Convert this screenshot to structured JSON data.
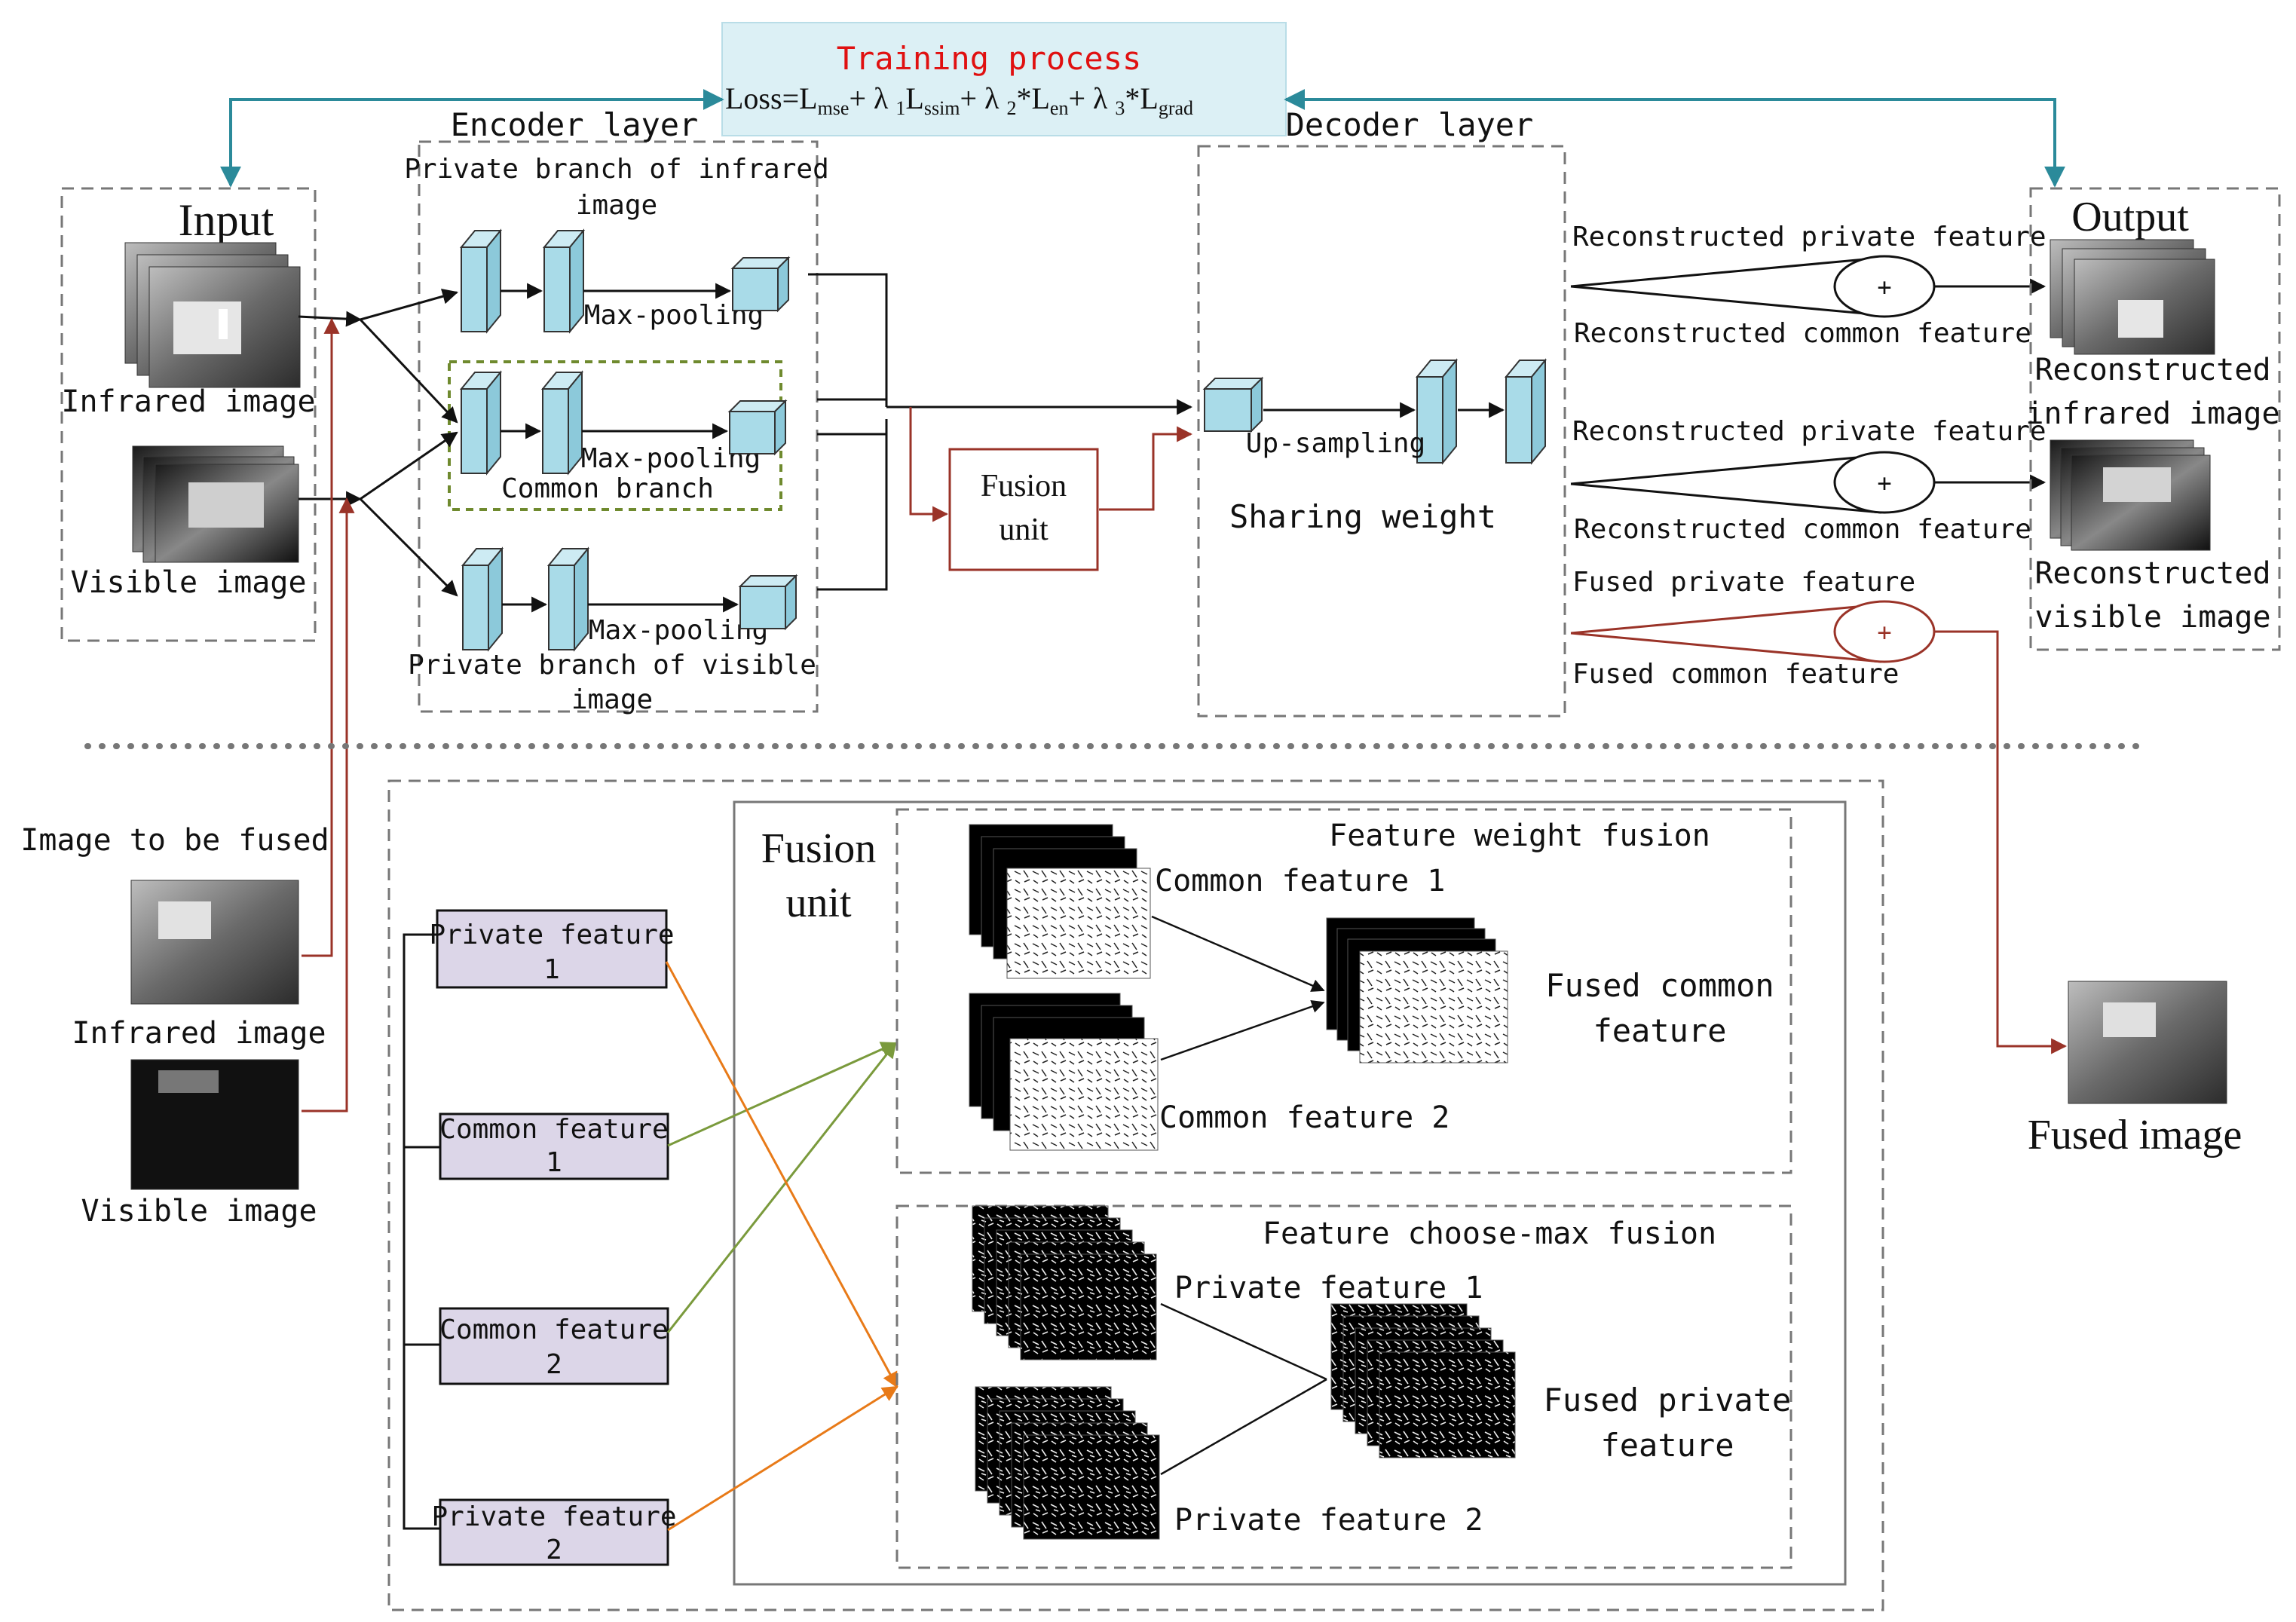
{
  "training": {
    "title": "Training process",
    "loss_main": "Loss=L",
    "loss_mse": "mse",
    "loss_plus1": "+ λ ",
    "loss_sub1": "1",
    "loss_ssim": "ssim",
    "loss_plus2": "+ λ ",
    "loss_sub2": "2",
    "loss_en_pre": "*L",
    "loss_en": "en",
    "loss_plus3": "+ λ ",
    "loss_sub3": "3",
    "loss_grad_pre": "*L",
    "loss_grad": "grad"
  },
  "input": {
    "title": "Input",
    "infrared": "Infrared image",
    "visible": "Visible image"
  },
  "encoder": {
    "title": "Encoder layer",
    "private_ir_l1": "Private branch of infrared",
    "private_ir_l2": "image",
    "common": "Common branch",
    "private_vis_l1": "Private branch of visible",
    "private_vis_l2": "image",
    "maxpool": "Max-pooling"
  },
  "fusion_unit_box": {
    "l1": "Fusion",
    "l2": "unit"
  },
  "decoder": {
    "title": "Decoder layer",
    "upsampling": "Up-sampling",
    "sharing": "Sharing weight"
  },
  "recon": {
    "private": "Reconstructed private feature",
    "common": "Reconstructed common feature",
    "fused_private": "Fused private feature",
    "fused_common": "Fused common feature",
    "plus": "+"
  },
  "output": {
    "title": "Output",
    "recon_ir_l1": "Reconstructed",
    "recon_ir_l2": "infrared image",
    "recon_vis_l1": "Reconstructed",
    "recon_vis_l2": "visible image"
  },
  "bottom": {
    "to_be_fused": "Image to be fused",
    "infrared": "Infrared image",
    "visible": "Visible image",
    "fusion_unit_l1": "Fusion",
    "fusion_unit_l2": "unit",
    "feat_weight": "Feature weight fusion",
    "common1": "Common feature 1",
    "common2": "Common feature 2",
    "fused_common_l1": "Fused common",
    "fused_common_l2": "feature",
    "choose_max": "Feature choose-max fusion",
    "private1": "Private feature 1",
    "private2": "Private feature 2",
    "fused_private_l1": "Fused private",
    "fused_private_l2": "feature",
    "box_pf1_l1": "Private feature",
    "box_pf1_l2": "1",
    "box_cf1_l1": "Common feature",
    "box_cf1_l2": "1",
    "box_cf2_l1": "Common feature",
    "box_cf2_l2": "2",
    "box_pf2_l1": "Private feature",
    "box_pf2_l2": "2",
    "fused_image": "Fused image"
  },
  "colors": {
    "teal": "#2b8a9a",
    "brown": "#9a3328",
    "green": "#7a9a3c",
    "orange": "#e87a18",
    "cube": "#a9dbe8",
    "lavender": "#dcd6e8",
    "panel": "#dcf0f5"
  }
}
